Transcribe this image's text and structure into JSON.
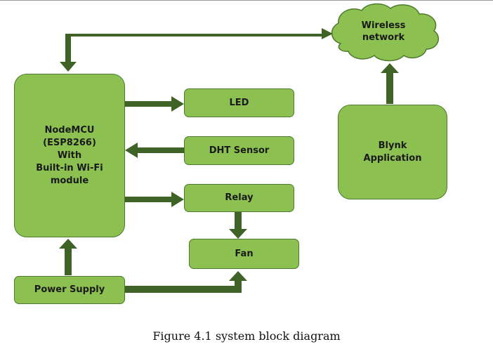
{
  "colors": {
    "block_fill": "#8cc152",
    "block_border": "#4e7a2d",
    "arrow_fill": "#3f6327"
  },
  "nodes": {
    "wireless": "Wireless\nnetwork",
    "nodemcu": "NodeMCU\n(ESP8266)\nWith\nBuilt-in Wi-Fi\nmodule",
    "led": "LED",
    "dht": "DHT Sensor",
    "relay": "Relay",
    "fan": "Fan",
    "power": "Power Supply",
    "blynk": "Blynk\nApplication"
  },
  "caption": "Figure 4.1 system block diagram"
}
